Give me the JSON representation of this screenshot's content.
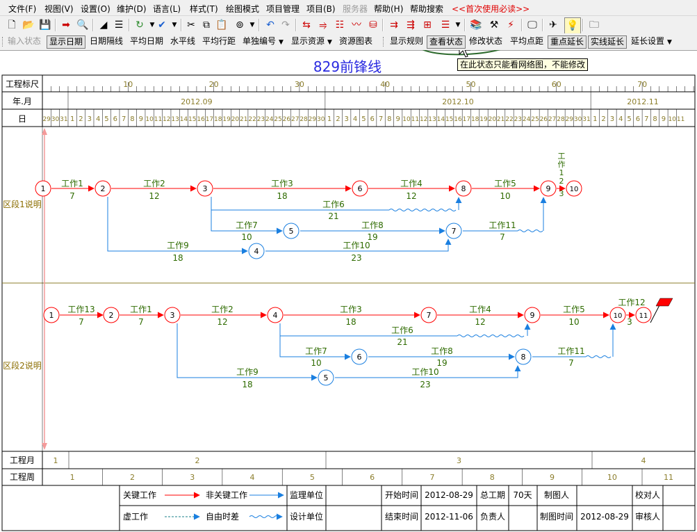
{
  "menu": {
    "items": [
      "文件(F)",
      "视图(V)",
      "设置(O)",
      "维护(D)",
      "语言(L)",
      "样式(T)",
      "绘图模式",
      "项目管理",
      "项目(B)",
      "服务器",
      "帮助(H)",
      "帮助搜索",
      "<<首次使用必读>>"
    ]
  },
  "toolbar2": {
    "items": [
      {
        "label": "输入状态",
        "disabled": true
      },
      {
        "label": "显示日期",
        "pressed": true
      },
      {
        "label": "日期隔线"
      },
      {
        "label": "平均日期"
      },
      {
        "label": "水平线"
      },
      {
        "label": "平均行距"
      },
      {
        "label": "单独编号",
        "dropdown": true
      },
      {
        "label": "显示资源",
        "dropdown": true
      },
      {
        "label": "资源图表"
      },
      {
        "label": "显示规则"
      },
      {
        "label": "查看状态",
        "pressed": true
      },
      {
        "label": "修改状态"
      },
      {
        "label": "平均点距"
      },
      {
        "label": "重点延长",
        "pressed": true
      },
      {
        "label": "实线延长",
        "pressed": true
      },
      {
        "label": "延长设置",
        "dropdown": true
      }
    ]
  },
  "tooltip": "在此状态只能看网络图，不能修改",
  "diagram": {
    "title": "829前锋线",
    "timeline_rows": [
      "工程标尺",
      "年.月",
      "日"
    ],
    "ruler_ticks": [
      "10",
      "20",
      "30",
      "40",
      "50",
      "60",
      "70"
    ],
    "months": [
      "2012.09",
      "2012.10",
      "2012.11"
    ],
    "days": [
      "29",
      "30",
      "31",
      "1",
      "2",
      "3",
      "4",
      "5",
      "6",
      "7",
      "8",
      "9",
      "10",
      "11",
      "12",
      "13",
      "14",
      "15",
      "16",
      "17",
      "18",
      "19",
      "20",
      "21",
      "22",
      "23",
      "24",
      "25",
      "26",
      "27",
      "28",
      "29",
      "30",
      "1",
      "2",
      "3",
      "4",
      "5",
      "6",
      "7",
      "8",
      "9",
      "10",
      "11",
      "12",
      "13",
      "14",
      "15",
      "16",
      "17",
      "18",
      "19",
      "20",
      "21",
      "22",
      "23",
      "24",
      "25",
      "26",
      "27",
      "28",
      "29",
      "30",
      "31",
      "1",
      "2",
      "3",
      "4",
      "5",
      "6",
      "7",
      "8",
      "9",
      "10",
      "11"
    ],
    "zones": [
      {
        "label": "区段1说明",
        "nodes": [
          "1",
          "2",
          "3",
          "6",
          "8",
          "9",
          "10",
          "5",
          "7",
          "4"
        ],
        "tasks": [
          {
            "name": "工作1",
            "duration": "7"
          },
          {
            "name": "工作2",
            "duration": "12"
          },
          {
            "name": "工作3",
            "duration": "18"
          },
          {
            "name": "工作4",
            "duration": "12"
          },
          {
            "name": "工作5",
            "duration": "10"
          },
          {
            "name": "工作6",
            "duration": "21"
          },
          {
            "name": "工作7",
            "duration": "10"
          },
          {
            "name": "工作8",
            "duration": "19"
          },
          {
            "name": "工作11",
            "duration": "7"
          },
          {
            "name": "工作9",
            "duration": "18"
          },
          {
            "name": "工作10",
            "duration": "23"
          },
          {
            "name": "工作12",
            "duration": "3"
          }
        ]
      },
      {
        "label": "区段2说明",
        "nodes": [
          "1",
          "2",
          "3",
          "4",
          "7",
          "9",
          "10",
          "11",
          "6",
          "8",
          "5"
        ],
        "tasks": [
          {
            "name": "工作13",
            "duration": "7"
          },
          {
            "name": "工作1",
            "duration": "7"
          },
          {
            "name": "工作2",
            "duration": "12"
          },
          {
            "name": "工作3",
            "duration": "18"
          },
          {
            "name": "工作4",
            "duration": "12"
          },
          {
            "name": "工作5",
            "duration": "10"
          },
          {
            "name": "工作12",
            "duration": "3"
          },
          {
            "name": "工作6",
            "duration": "21"
          },
          {
            "name": "工作7",
            "duration": "10"
          },
          {
            "name": "工作8",
            "duration": "19"
          },
          {
            "name": "工作11",
            "duration": "7"
          },
          {
            "name": "工作9",
            "duration": "18"
          },
          {
            "name": "工作10",
            "duration": "23"
          }
        ]
      }
    ],
    "bottom_rows": {
      "month_label": "工程月",
      "months": [
        "1",
        "2",
        "3",
        "4"
      ],
      "week_label": "工程周",
      "weeks": [
        "1",
        "2",
        "3",
        "4",
        "5",
        "6",
        "7",
        "8",
        "9",
        "10",
        "11"
      ]
    },
    "legend": {
      "critical": "关键工作",
      "noncritical": "非关键工作",
      "dummy": "虚工作",
      "free_float": "自由时差"
    },
    "info": {
      "supervisor_label": "监理单位",
      "designer_label": "设计单位",
      "start_label": "开始时间",
      "start_value": "2012-08-29",
      "end_label": "结束时间",
      "end_value": "2012-11-06",
      "duration_label": "总工期",
      "duration_value": "70天",
      "manager_label": "负责人",
      "drawer_label": "制图人",
      "draw_date_label": "制图时间",
      "draw_date_value": "2012-08-29",
      "checker_label": "校对人",
      "reviewer_label": "审核人"
    }
  },
  "colors": {
    "critical": "#ff0000",
    "noncritical": "#1a7fe0",
    "label_green": "#2e6b00",
    "grid_olive": "#8b7d2b",
    "title_blue": "#2a2ae0"
  }
}
